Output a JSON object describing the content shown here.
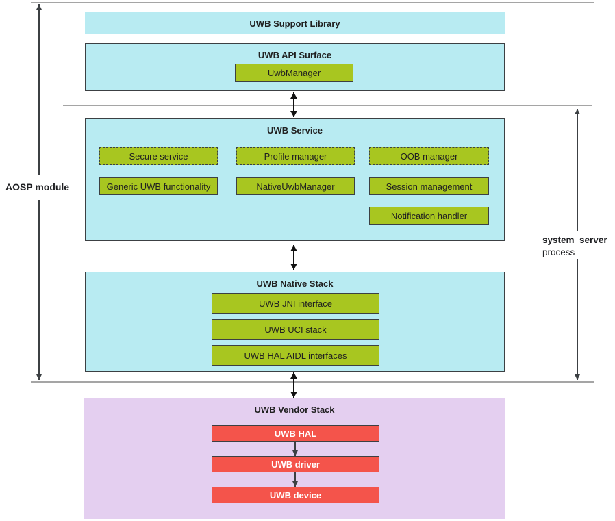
{
  "colors": {
    "cyan": "#b8ebf2",
    "green": "#a8c620",
    "red": "#f4544b",
    "red_text": "#ffffff",
    "purple": "#e4cff0",
    "border": "#3c4043",
    "text": "#212121",
    "arrow": "#111111",
    "side_arrow": "#3c4043",
    "line": "#a5a5a5"
  },
  "left_label": "AOSP module",
  "right_label_line1": "system_server",
  "right_label_line2": "process",
  "support_library": {
    "title": "UWB Support Library"
  },
  "api_surface": {
    "title": "UWB API Surface",
    "manager": "UwbManager"
  },
  "service": {
    "title": "UWB Service",
    "dashed_boxes": [
      "Secure service",
      "Profile manager",
      "OOB manager"
    ],
    "solid_boxes": [
      "Generic UWB functionality",
      "NativeUwbManager",
      "Session management"
    ],
    "extra_boxes": [
      "Notification handler"
    ]
  },
  "native_stack": {
    "title": "UWB Native Stack",
    "boxes": [
      "UWB JNI interface",
      "UWB UCI stack",
      "UWB HAL AIDL interfaces"
    ]
  },
  "vendor_stack": {
    "title": "UWB Vendor Stack",
    "boxes": [
      "UWB HAL",
      "UWB driver",
      "UWB device"
    ]
  }
}
